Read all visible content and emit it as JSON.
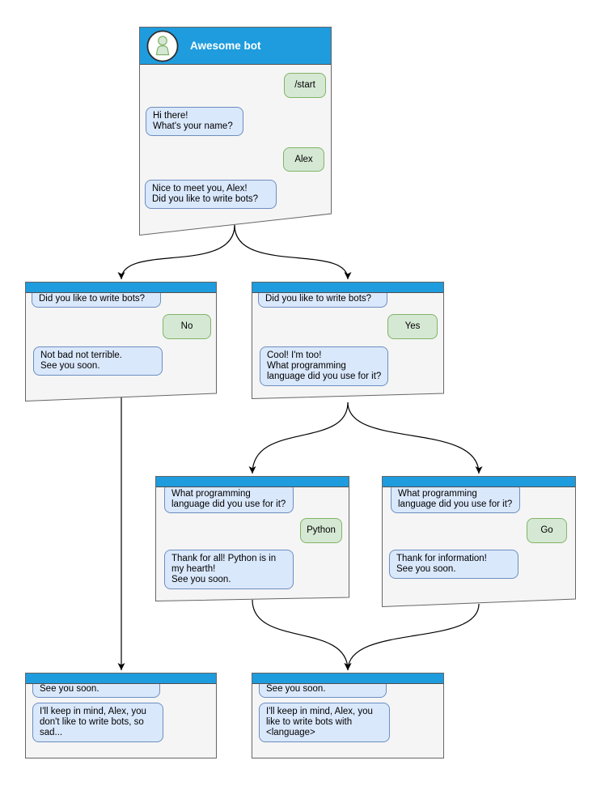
{
  "colors": {
    "header_blue": "#1e9cde",
    "window_fill": "#f5f5f5",
    "window_stroke": "#666666",
    "bot_bubble_fill": "#dae8fc",
    "bot_bubble_stroke": "#6c8ebf",
    "user_bubble_fill": "#d5e8d4",
    "user_bubble_stroke": "#82b366",
    "arrow": "#000000"
  },
  "windows": [
    {
      "name": "start",
      "title": "Awesome bot",
      "messages": [
        {
          "from": "user",
          "text": "/start"
        },
        {
          "from": "bot",
          "text": "Hi there!\nWhat's your name?"
        },
        {
          "from": "user",
          "text": "Alex"
        },
        {
          "from": "bot",
          "text": "Nice to meet you, Alex!\nDid you like to write bots?"
        }
      ]
    },
    {
      "name": "branch-no",
      "messages": [
        {
          "from": "bot",
          "text": "Did you like to write bots?"
        },
        {
          "from": "user",
          "text": "No"
        },
        {
          "from": "bot",
          "text": "Not bad not terrible.\nSee you soon."
        }
      ]
    },
    {
      "name": "branch-yes",
      "messages": [
        {
          "from": "bot",
          "text": "Did you like to write bots?"
        },
        {
          "from": "user",
          "text": "Yes"
        },
        {
          "from": "bot",
          "text": "Cool! I'm too!\nWhat programming\nlanguage did you use for it?"
        }
      ]
    },
    {
      "name": "lang-python",
      "messages": [
        {
          "from": "bot",
          "text": "What programming\nlanguage did you use for it?"
        },
        {
          "from": "user",
          "text": "Python"
        },
        {
          "from": "bot",
          "text": "Thank for all! Python is in\nmy hearth!\nSee you soon."
        }
      ]
    },
    {
      "name": "lang-go",
      "messages": [
        {
          "from": "bot",
          "text": "What programming\nlanguage did you use for it?"
        },
        {
          "from": "user",
          "text": "Go"
        },
        {
          "from": "bot",
          "text": "Thank for information!\nSee you soon."
        }
      ]
    },
    {
      "name": "bye-no",
      "messages": [
        {
          "from": "bot",
          "text": "See you soon."
        },
        {
          "from": "bot",
          "text": "I'll keep in mind, Alex, you\ndon't like to write bots, so\nsad..."
        }
      ]
    },
    {
      "name": "bye-yes",
      "messages": [
        {
          "from": "bot",
          "text": "See you soon."
        },
        {
          "from": "bot",
          "text": "I'll keep in mind, Alex, you\nlike to write bots with\n<language>"
        }
      ]
    }
  ]
}
